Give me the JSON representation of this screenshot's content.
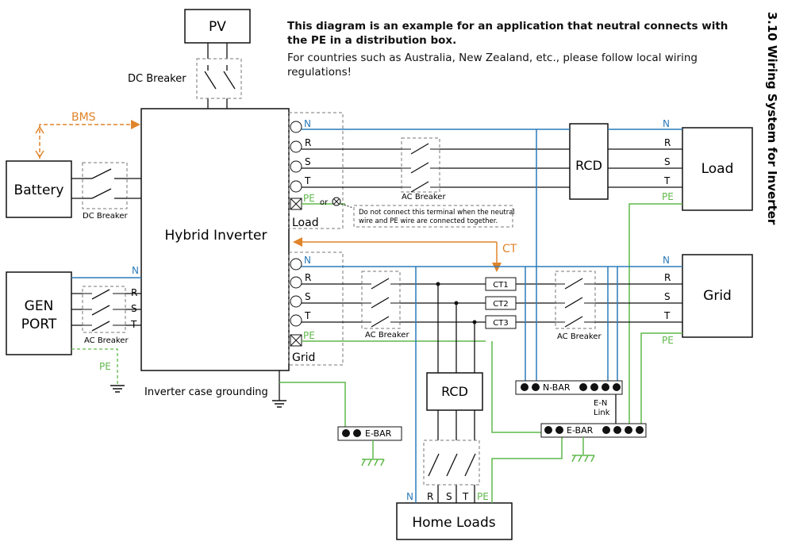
{
  "section_title": "3.10 Wiring System for Inverter",
  "note": {
    "line1": "This diagram is an example for an application that neutral connects with the PE in a distribution box.",
    "line2": "For countries such as Australia, New Zealand, etc., please follow local wiring regulations!"
  },
  "boxes": {
    "pv": "PV",
    "inverter": "Hybrid Inverter",
    "battery": "Battery",
    "gen_port": "GEN\nPORT",
    "load": "Load",
    "grid": "Grid",
    "rcd_top": "RCD",
    "rcd_bottom": "RCD",
    "home_loads": "Home Loads"
  },
  "breakers": {
    "dc_top": "DC Breaker",
    "dc_battery": "DC Breaker",
    "ac_gen": "AC Breaker",
    "ac_load": "AC Breaker",
    "ac_grid_left": "AC Breaker",
    "ac_grid_right": "AC Breaker"
  },
  "terminals": {
    "load_group": "Load",
    "grid_group": "Grid",
    "pe_or": "or"
  },
  "phases": {
    "n": "N",
    "r": "R",
    "s": "S",
    "t": "T",
    "pe": "PE"
  },
  "signals": {
    "bms": "BMS",
    "ct": "CT",
    "ct1": "CT1",
    "ct2": "CT2",
    "ct3": "CT3"
  },
  "bars": {
    "n_bar": "N-BAR",
    "e_bar_left": "E-BAR",
    "e_bar_right": "E-BAR",
    "en_link": "E-N\nLink"
  },
  "labels": {
    "inverter_ground": "Inverter case grounding",
    "warning": "Do not connect this terminal when the neutral\nwire and PE wire are connected together."
  },
  "colors": {
    "neutral": "#2b7bba",
    "pe": "#5fb84a",
    "signal": "#e0842b",
    "line": "#111111"
  }
}
